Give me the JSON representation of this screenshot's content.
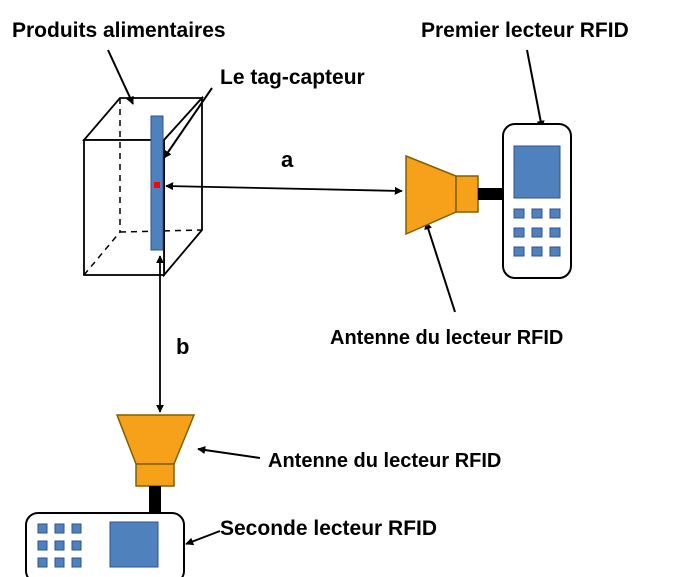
{
  "labels": {
    "food_products": "Produits alimentaires",
    "first_reader": "Premier lecteur RFID",
    "tag_sensor": "Le tag-capteur",
    "distance_a": "a",
    "distance_b": "b",
    "antenna_first": "Antenne du lecteur RFID",
    "antenna_second": "Antenne du lecteur RFID",
    "second_reader": "Seconde lecteur RFID"
  },
  "colors": {
    "antenna": "#f7a11a",
    "device_screen": "#4f81bd",
    "tag_strip": "#4f81bd",
    "sensor_dot": "#ff0000",
    "connector": "#000000"
  }
}
